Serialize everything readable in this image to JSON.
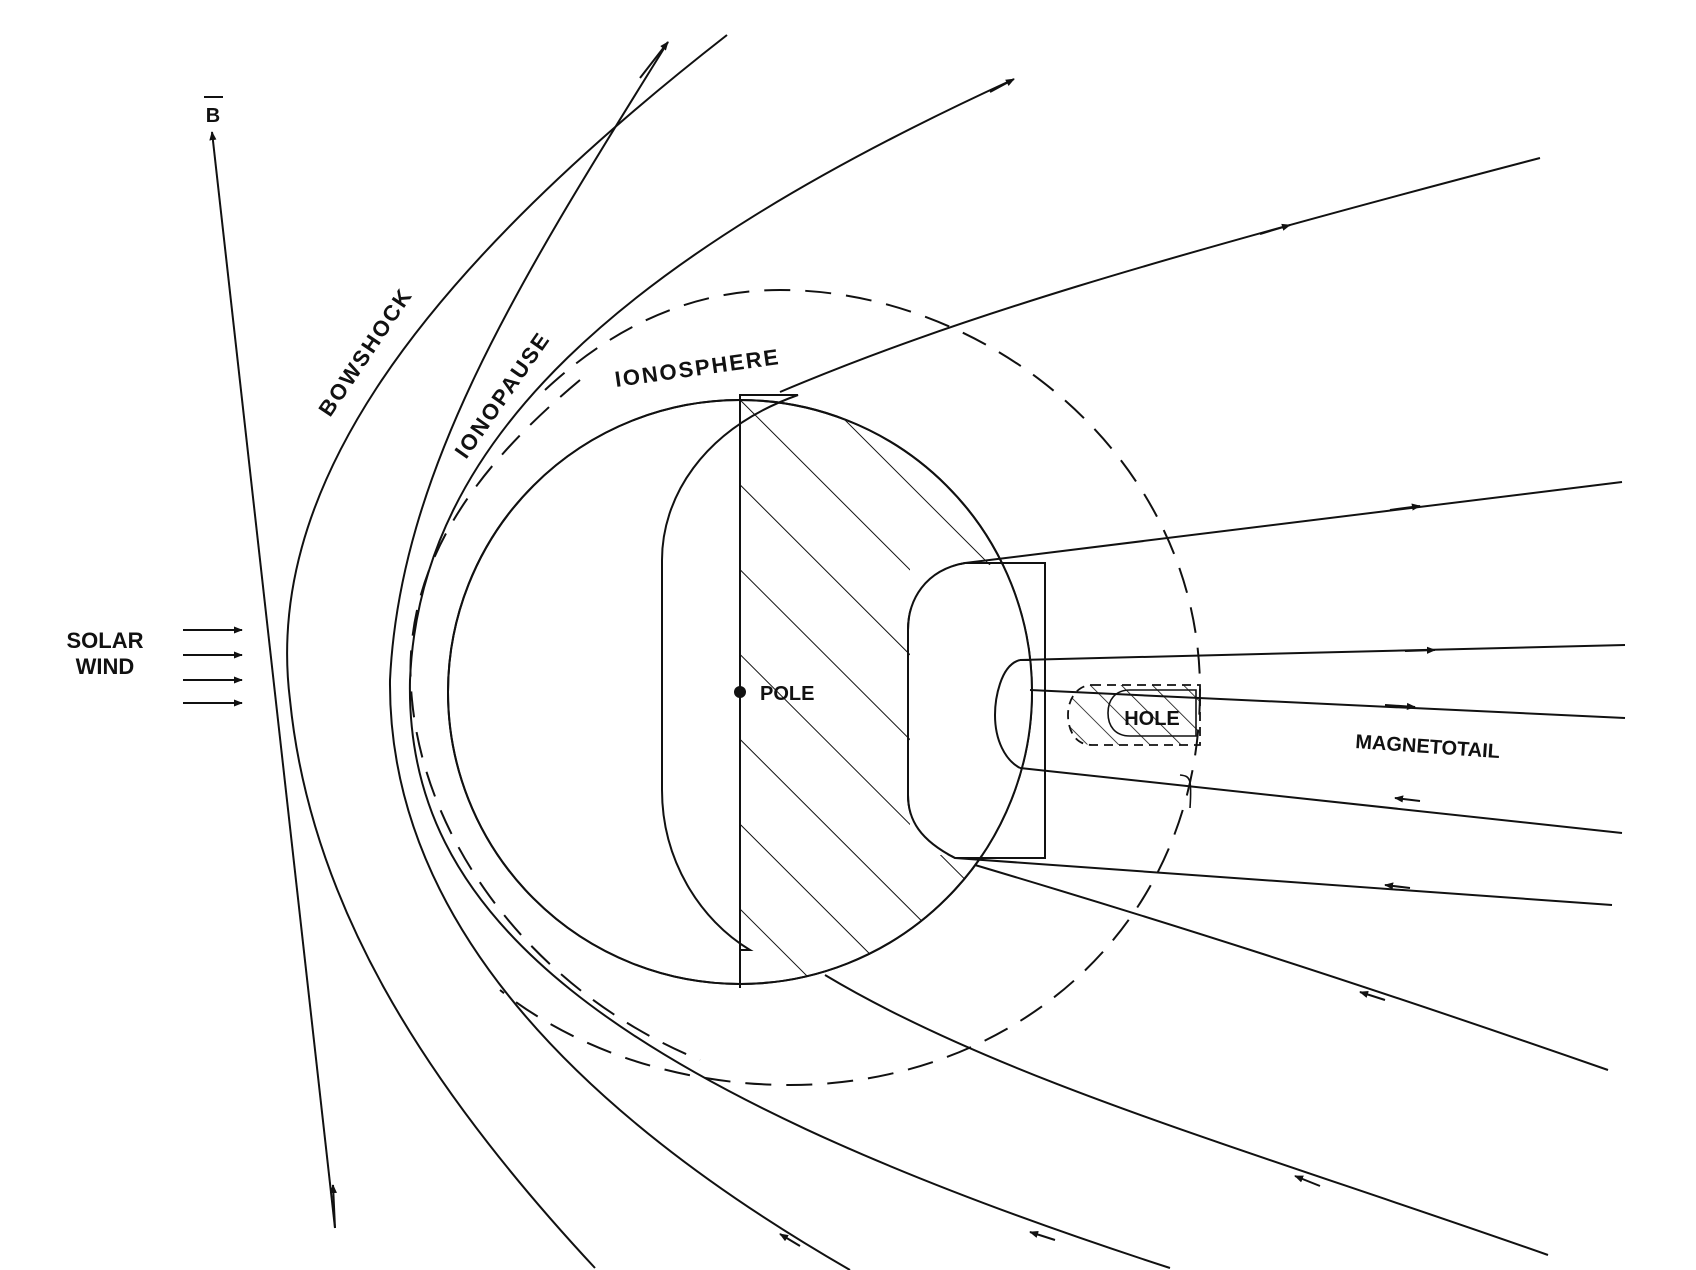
{
  "labels": {
    "b_field": "B",
    "solar_wind_line1": "SOLAR",
    "solar_wind_line2": "WIND",
    "bowshock": "BOWSHOCK",
    "ionopause": "IONOPAUSE",
    "ionosphere": "IONOSPHERE",
    "pole": "POLE",
    "hole": "HOLE",
    "magnetotail": "MAGNETOTAIL"
  },
  "colors": {
    "ink": "#111111",
    "background": "#ffffff"
  }
}
